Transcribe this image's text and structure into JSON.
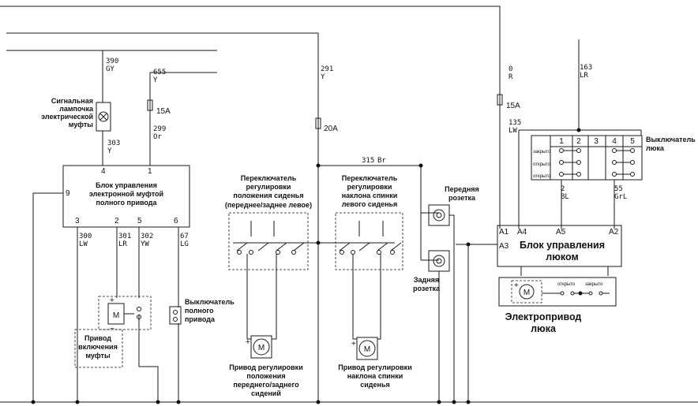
{
  "wires": {
    "w390": {
      "num": "390",
      "color": "GY"
    },
    "w655": {
      "num": "655",
      "color": "Y"
    },
    "w291": {
      "num": "291",
      "color": "Y"
    },
    "w0": {
      "num": "0",
      "color": "R"
    },
    "w163": {
      "num": "163",
      "color": "LR"
    },
    "w299": {
      "num": "299",
      "color": "Or"
    },
    "w303": {
      "num": "303",
      "color": "Y"
    },
    "w135": {
      "num": "135",
      "color": "LW"
    },
    "w315": {
      "num": "315",
      "color": "Br"
    },
    "w300": {
      "num": "300",
      "color": "LW"
    },
    "w301": {
      "num": "301",
      "color": "LR"
    },
    "w302": {
      "num": "302",
      "color": "YW"
    },
    "w67": {
      "num": "67",
      "color": "LG"
    },
    "w2": {
      "num": "2",
      "color": "BL"
    },
    "w55": {
      "num": "55",
      "color": "GrL"
    }
  },
  "fuses": {
    "f1": "15A",
    "f2": "20A",
    "f3": "15A"
  },
  "labels": {
    "warning_lamp": [
      "Сигнальная",
      "лампочка",
      "электрической",
      "муфты"
    ],
    "coupling_ecu": [
      "Блок управления",
      "электронной муфтой",
      "полного привода"
    ],
    "coupling_drive": [
      "Привод",
      "включения",
      "муфты"
    ],
    "awd_switch": [
      "Выключатель",
      "полного",
      "привода"
    ],
    "seat_slide_switch": [
      "Переключатель",
      "регулировки",
      "положения сиденья",
      "(переднее/заднее левое)"
    ],
    "recline_switch": [
      "Переключатель",
      "регулировки",
      "наклона спинки",
      "левого сиденья"
    ],
    "seat_slide_motor": [
      "Привод регулировки",
      "положения",
      "переднего/заднего",
      "сидений"
    ],
    "recline_motor": [
      "Привод регулировки",
      "наклона спинки",
      "сиденья"
    ],
    "front_socket": [
      "Передняя",
      "розетка"
    ],
    "rear_socket": [
      "Задняя",
      "розетка"
    ],
    "sunroof_switch": [
      "Выключатель",
      "люка"
    ],
    "sunroof_ecu": [
      "Блок управления",
      "люком"
    ],
    "sunroof_motor": [
      "Электропривод",
      "люка"
    ],
    "open": "открыто",
    "closed": "закрыто"
  },
  "pins": {
    "ecu1": {
      "p4": "4",
      "p1": "1",
      "p9": "9",
      "p3": "3",
      "p2": "2",
      "p5": "5",
      "p6": "6"
    },
    "ecu2": {
      "a1": "A1",
      "a4": "A4",
      "a5": "A5",
      "a2": "A2",
      "a3": "A3"
    },
    "switch_cols": [
      "1",
      "2",
      "3",
      "4",
      "5"
    ],
    "switch_rows": [
      "закрыто",
      "открыто",
      "открыто"
    ]
  },
  "motor_letter": "M",
  "plus": "+",
  "minus": "−"
}
